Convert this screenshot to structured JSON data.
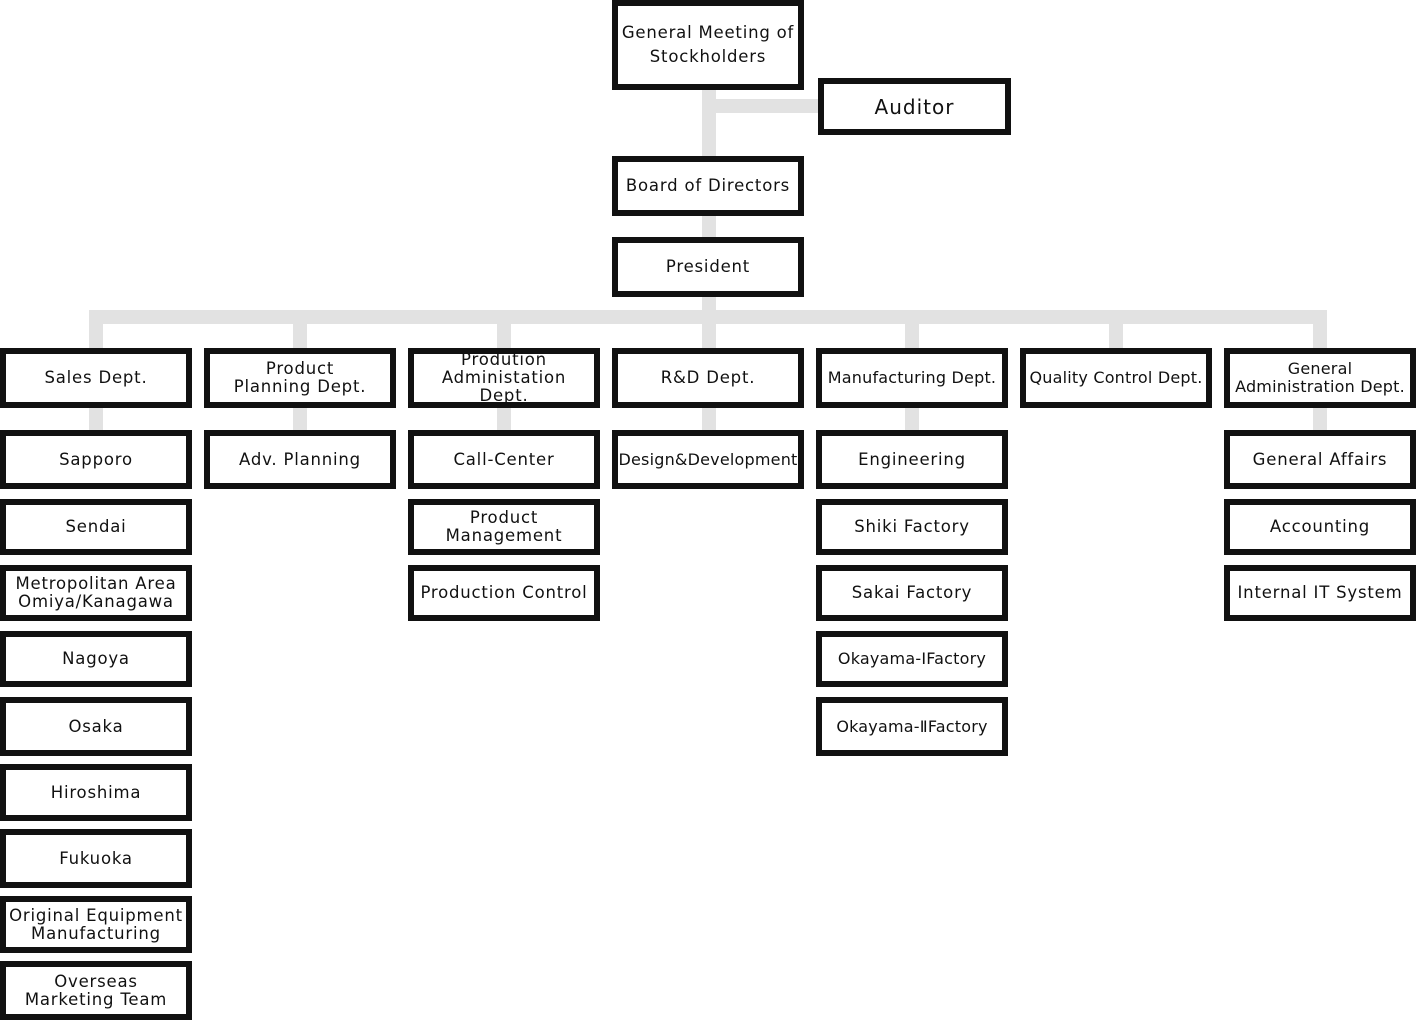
{
  "top": {
    "general_meeting": "General Meeting of Stockholders",
    "auditor": "Auditor",
    "board": "Board of Directors",
    "president": "President"
  },
  "departments": [
    {
      "name": "Sales Dept.",
      "units": [
        "Sapporo",
        "Sendai",
        "Metropolitan Area Omiya/Kanagawa",
        "Nagoya",
        "Osaka",
        "Hiroshima",
        "Fukuoka",
        "Original Equipment Manufacturing",
        "Overseas Marketing Team"
      ]
    },
    {
      "name": "Product Planning Dept.",
      "units": [
        "Adv. Planning"
      ]
    },
    {
      "name": "Prodution Administation Dept.",
      "units": [
        "Call-Center",
        "Product Management",
        "Production Control"
      ]
    },
    {
      "name": "R&D Dept.",
      "units": [
        "Design&Development"
      ]
    },
    {
      "name": "Manufacturing Dept.",
      "units": [
        "Engineering",
        "Shiki Factory",
        "Sakai Factory",
        "Okayama-ⅠFactory",
        "Okayama-ⅡFactory"
      ]
    },
    {
      "name": "Quality Control Dept.",
      "units": []
    },
    {
      "name": "General Administration Dept.",
      "units": [
        "General Affairs",
        "Accounting",
        "Internal IT System"
      ]
    }
  ],
  "colors": {
    "box_border": "#111111",
    "box_fill": "#ffffff",
    "connector": "#e2e2e2"
  }
}
